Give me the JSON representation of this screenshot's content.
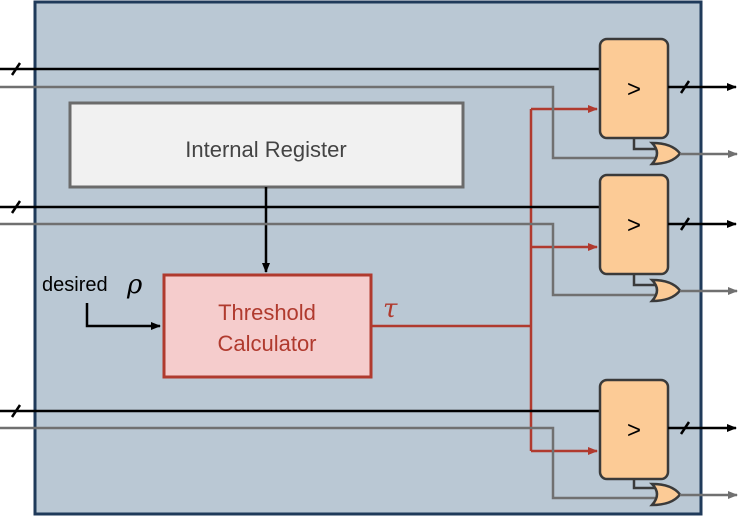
{
  "colors": {
    "outer_fill": "#bac8d4",
    "outer_stroke": "#1f3a5a",
    "register_fill": "#f1f1f1",
    "register_stroke": "#6b6b6b",
    "threshold_fill": "#f5cccc",
    "threshold_stroke": "#b03a2e",
    "comparator_fill": "#fccb96",
    "comparator_stroke": "#3a3a3a",
    "wire_black": "#000000",
    "wire_gray": "#707070",
    "wire_red": "#b03a2e"
  },
  "register": {
    "label": "Internal Register"
  },
  "threshold": {
    "line1": "Threshold",
    "line2": "Calculator"
  },
  "input": {
    "text": "desired",
    "symbol": "ρ"
  },
  "tau": {
    "symbol": "τ"
  },
  "comparators": [
    {
      "symbol": ">"
    },
    {
      "symbol": ">"
    },
    {
      "symbol": ">"
    }
  ]
}
